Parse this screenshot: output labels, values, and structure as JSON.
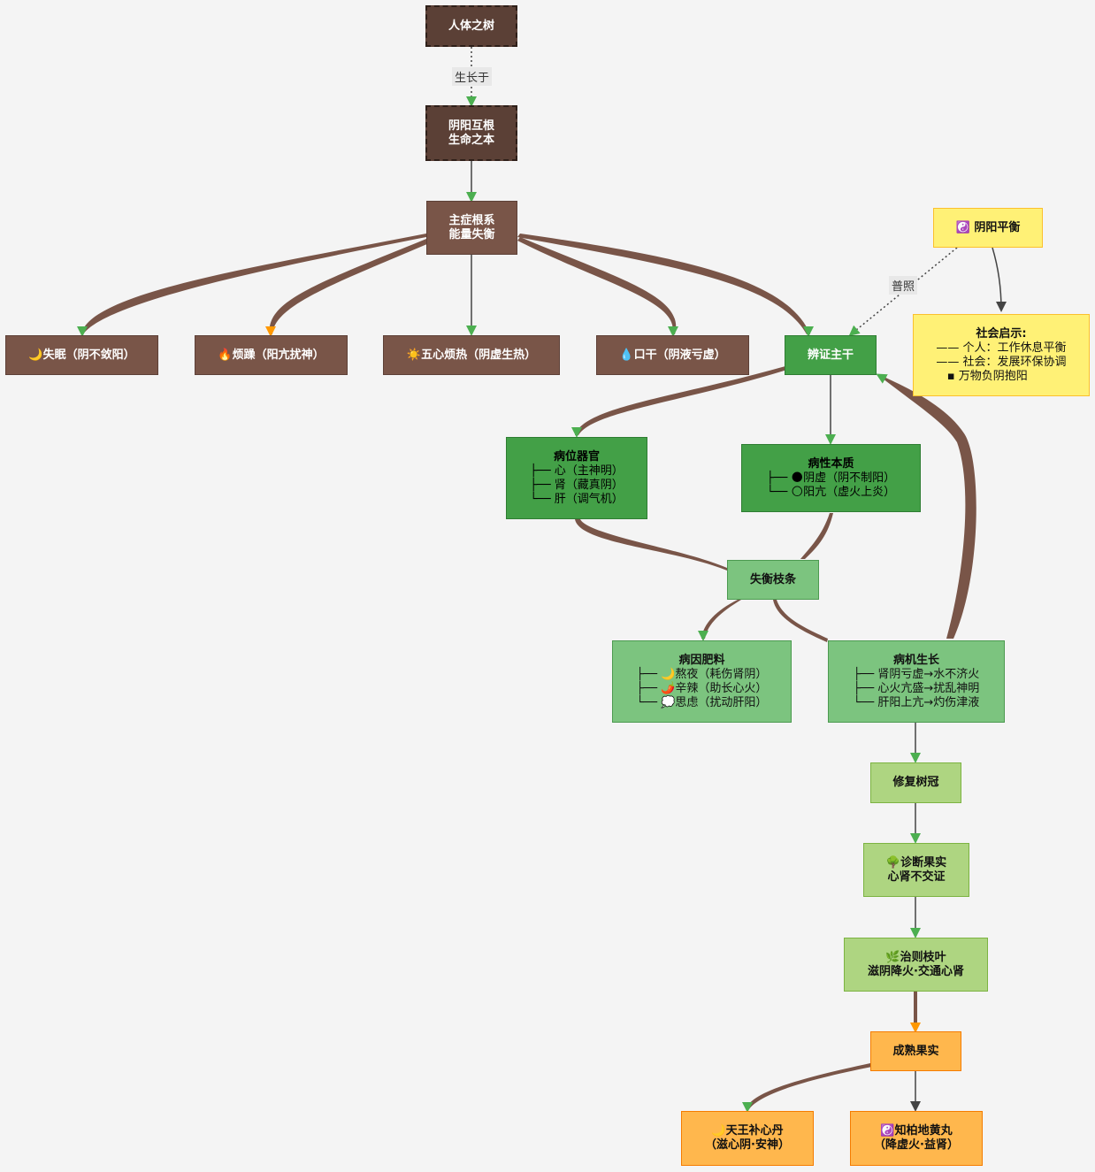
{
  "nodes": {
    "tree": "人体之树",
    "root": "阴阳互根\n生命之本",
    "zhuzheng": "主症根系\n能量失衡",
    "s1": "🌙失眠（阴不敛阳）",
    "s2": "🔥烦躁（阳亢扰神）",
    "s3": "☀️五心烦热（阴虚生热）",
    "s4": "💧口干（阴液亏虚）",
    "bianzheng": "辨证主干",
    "balance": "☯️ 阴阳平衡",
    "social": {
      "title": "社会启示:",
      "body": "—— 个人：工作休息平衡\n—— 社会：发展环保协调\n   ▪ 万物负阴抱阳"
    },
    "organ": {
      "title": "病位器官",
      "body": "├── 心（主神明）\n├── 肾（藏真阴）\n└── 肝（调气机）"
    },
    "nature": {
      "title": "病性本质",
      "body": "├── 🌑阴虚（阴不制阳）\n└── 🌕阳亢（虚火上炎）"
    },
    "imbalance": "失衡枝条",
    "cause": {
      "title": "病因肥料",
      "body": "├── 🌙熬夜（耗伤肾阴）\n├── 🌶️辛辣（助长心火）\n└── 💭思虑（扰动肝阳）"
    },
    "mechanism": {
      "title": "病机生长",
      "body": "├── 肾阴亏虚→水不济火\n├── 心火亢盛→扰乱神明\n└── 肝阳上亢→灼伤津液"
    },
    "repair": "修复树冠",
    "diagnosis": "🌳诊断果实\n心肾不交证",
    "treatment": "🌿治则枝叶\n滋阴降火·交通心肾",
    "fruit": "成熟果实",
    "med1": "🌙天王补心丹\n（滋心阴·安神）",
    "med2": "☯️知柏地黄丸\n（降虚火·益肾）"
  },
  "edge_labels": {
    "grows_on": "生长于",
    "shine": "普照"
  },
  "colors": {
    "brown_edge": "#795548",
    "arrow_green": "#4caf50",
    "arrow_orange": "#ff9800",
    "dark_line": "#444444"
  }
}
